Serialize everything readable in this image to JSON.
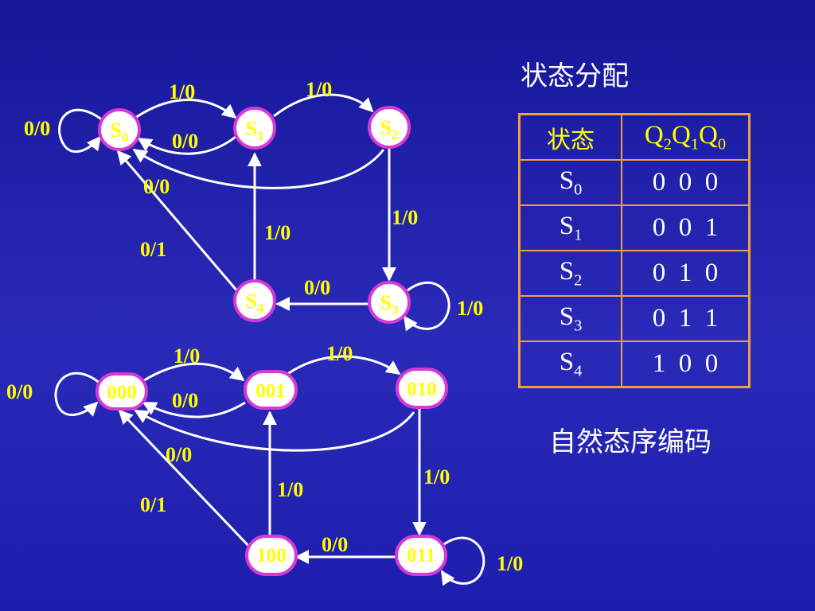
{
  "title": "状态分配",
  "caption": "自然态序编码",
  "table": {
    "header_state": "状态",
    "header_code_parts": [
      "Q",
      "2",
      "Q",
      "1",
      "Q",
      "0"
    ],
    "rows": [
      {
        "state": "S",
        "sub": "0",
        "code": "0  0  0"
      },
      {
        "state": "S",
        "sub": "1",
        "code": "0  0  1"
      },
      {
        "state": "S",
        "sub": "2",
        "code": "0  1  0"
      },
      {
        "state": "S",
        "sub": "3",
        "code": "0  1  1"
      },
      {
        "state": "S",
        "sub": "4",
        "code": "1  0  0"
      }
    ]
  },
  "diagram_top": {
    "states": [
      {
        "id": "S0",
        "label": "S",
        "sub": "0"
      },
      {
        "id": "S1",
        "label": "S",
        "sub": "1"
      },
      {
        "id": "S2",
        "label": "S",
        "sub": "2"
      },
      {
        "id": "S3",
        "label": "S",
        "sub": "3"
      },
      {
        "id": "S4",
        "label": "S",
        "sub": "4"
      }
    ],
    "transitions": [
      {
        "from": "S0",
        "to": "S0",
        "label": "0/0"
      },
      {
        "from": "S0",
        "to": "S1",
        "label": "1/0"
      },
      {
        "from": "S1",
        "to": "S0",
        "label": "0/0"
      },
      {
        "from": "S1",
        "to": "S2",
        "label": "1/0"
      },
      {
        "from": "S2",
        "to": "S0",
        "label": "0/0"
      },
      {
        "from": "S2",
        "to": "S3",
        "label": "1/0"
      },
      {
        "from": "S3",
        "to": "S3",
        "label": "1/0"
      },
      {
        "from": "S3",
        "to": "S4",
        "label": "0/0"
      },
      {
        "from": "S4",
        "to": "S1",
        "label": "1/0"
      },
      {
        "from": "S4",
        "to": "S0",
        "label": "0/1"
      }
    ]
  },
  "diagram_bottom": {
    "states": [
      {
        "id": "000",
        "label": "000"
      },
      {
        "id": "001",
        "label": "001"
      },
      {
        "id": "010",
        "label": "010"
      },
      {
        "id": "011",
        "label": "011"
      },
      {
        "id": "100",
        "label": "100"
      }
    ],
    "transitions": [
      {
        "from": "000",
        "to": "000",
        "label": "0/0"
      },
      {
        "from": "000",
        "to": "001",
        "label": "1/0"
      },
      {
        "from": "001",
        "to": "000",
        "label": "0/0"
      },
      {
        "from": "001",
        "to": "010",
        "label": "1/0"
      },
      {
        "from": "010",
        "to": "000",
        "label": "0/0"
      },
      {
        "from": "010",
        "to": "011",
        "label": "1/0"
      },
      {
        "from": "011",
        "to": "011",
        "label": "1/0"
      },
      {
        "from": "011",
        "to": "100",
        "label": "0/0"
      },
      {
        "from": "100",
        "to": "001",
        "label": "1/0"
      },
      {
        "from": "100",
        "to": "000",
        "label": "0/1"
      }
    ]
  },
  "colors": {
    "background": "#1e1eae",
    "node_fill": "#ffffff",
    "node_border": "#d63ad6",
    "label": "#ffff00",
    "edge": "#ffffff",
    "table_border": "#f0a040"
  }
}
